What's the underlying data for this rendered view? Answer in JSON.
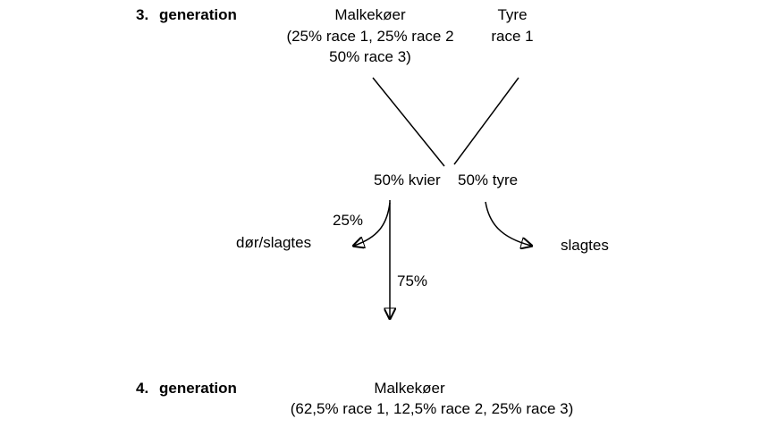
{
  "colors": {
    "ink": "#000000",
    "background": "#ffffff"
  },
  "gen3": {
    "number": "3.",
    "label": "generation",
    "cows": {
      "name": "Malkekøer",
      "comp_line1": "(25% race 1, 25% race 2",
      "comp_line2": "50% race 3)"
    },
    "bulls": {
      "name": "Tyre",
      "comp": "race 1"
    }
  },
  "offspring": {
    "heifers": "50% kvier",
    "bulls": "50% tyre"
  },
  "flows": {
    "left_percent": "25%",
    "left_outcome": "dør/slagtes",
    "down_percent": "75%",
    "right_outcome": "slagtes"
  },
  "gen4": {
    "number": "4.",
    "label": "generation",
    "cows": {
      "name": "Malkekøer",
      "comp": "(62,5% race 1, 12,5% race 2, 25% race 3)"
    }
  }
}
